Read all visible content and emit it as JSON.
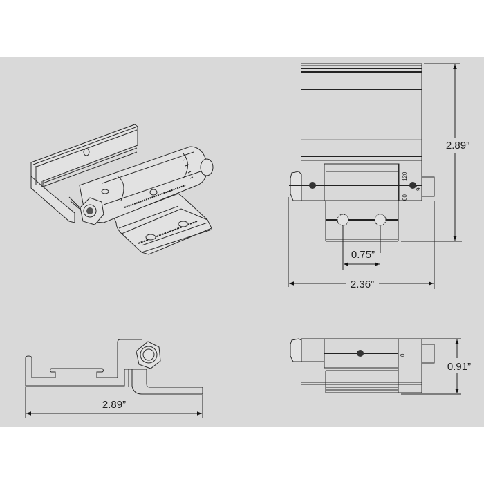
{
  "drawing": {
    "background_color": "#ffffff",
    "panel_color": "#d9d9d9",
    "line_color": "#222222"
  },
  "top_view": {
    "height_dimension": "2.89”",
    "hole_spacing_dimension": "0.75”",
    "width_dimension": "2.36”",
    "dial_markings": [
      "120",
      "90",
      "60"
    ]
  },
  "front_view": {
    "height_dimension": "0.91”",
    "dial_marking": "0"
  },
  "side_view": {
    "width_dimension": "2.89”"
  }
}
